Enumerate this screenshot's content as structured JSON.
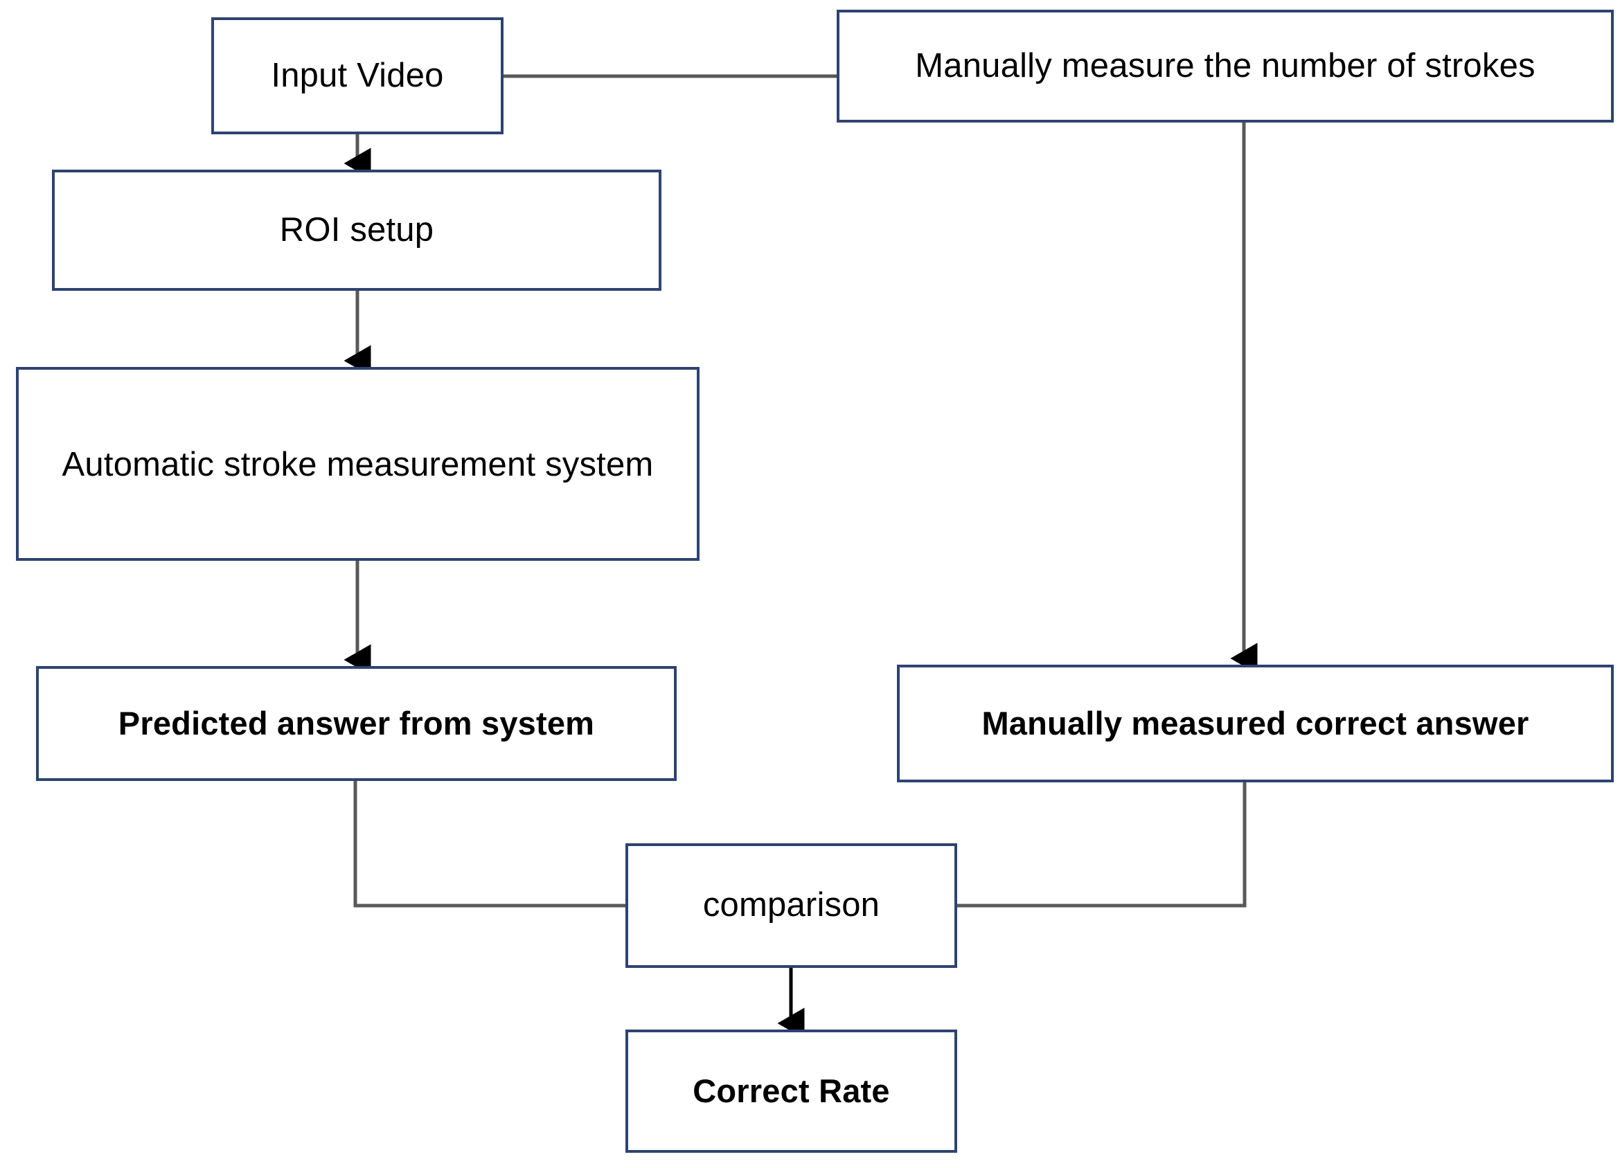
{
  "diagram": {
    "title": "Stroke measurement evaluation flowchart",
    "colors": {
      "box_border": "#2e4372",
      "edge_line": "#595959",
      "arrow_head": "#000000",
      "background": "#ffffff",
      "text": "#000000"
    },
    "nodes": [
      {
        "id": "input-video",
        "label": "Input Video",
        "bold": false
      },
      {
        "id": "manual-measure",
        "label": "Manually measure the number of strokes",
        "bold": false
      },
      {
        "id": "roi-setup",
        "label": "ROI setup",
        "bold": false
      },
      {
        "id": "auto-system",
        "label": "Automatic stroke measurement system",
        "bold": false
      },
      {
        "id": "predicted",
        "label": "Predicted answer from system",
        "bold": true
      },
      {
        "id": "manual-correct",
        "label": "Manually measured correct answer",
        "bold": true
      },
      {
        "id": "comparison",
        "label": "comparison",
        "bold": false
      },
      {
        "id": "correct-rate",
        "label": "Correct Rate",
        "bold": true
      }
    ],
    "edges": [
      {
        "id": "edge-input-to-manual",
        "from": "input-video",
        "to": "manual-measure",
        "arrow": false
      },
      {
        "id": "edge-input-to-roi",
        "from": "input-video",
        "to": "roi-setup",
        "arrow": true
      },
      {
        "id": "edge-roi-to-auto",
        "from": "roi-setup",
        "to": "auto-system",
        "arrow": true
      },
      {
        "id": "edge-auto-to-predicted",
        "from": "auto-system",
        "to": "predicted",
        "arrow": true
      },
      {
        "id": "edge-manual-to-correct",
        "from": "manual-measure",
        "to": "manual-correct",
        "arrow": true
      },
      {
        "id": "edge-predicted-to-comparison",
        "from": "predicted",
        "to": "comparison",
        "arrow": false
      },
      {
        "id": "edge-correct-to-comparison",
        "from": "manual-correct",
        "to": "comparison",
        "arrow": false
      },
      {
        "id": "edge-comparison-to-rate",
        "from": "comparison",
        "to": "correct-rate",
        "arrow": true
      }
    ]
  }
}
